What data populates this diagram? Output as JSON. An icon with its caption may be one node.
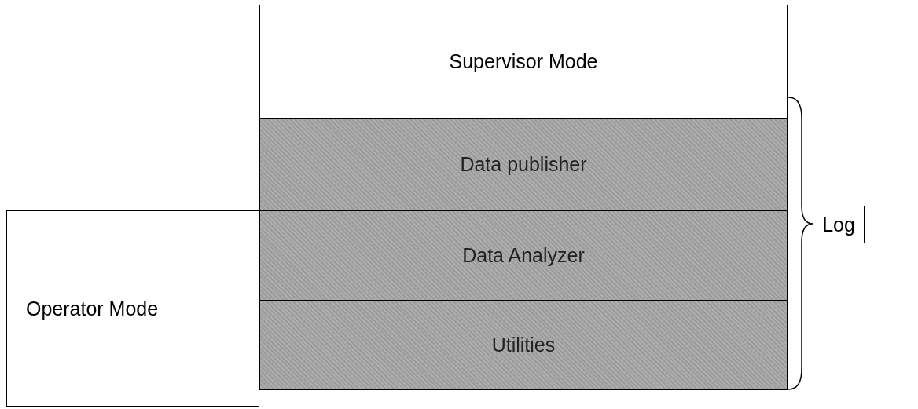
{
  "diagram": {
    "nodes": [
      {
        "text": [
          "Supervisor Mode"
        ]
      },
      {
        "text": [
          "Data publisher"
        ]
      },
      {
        "text": [
          "Data Analyzer"
        ]
      },
      {
        "text": [
          "Log"
        ]
      },
      {
        "text": [
          "Operator Mode"
        ]
      },
      {
        "text": [
          "Utilities"
        ]
      }
    ]
  }
}
